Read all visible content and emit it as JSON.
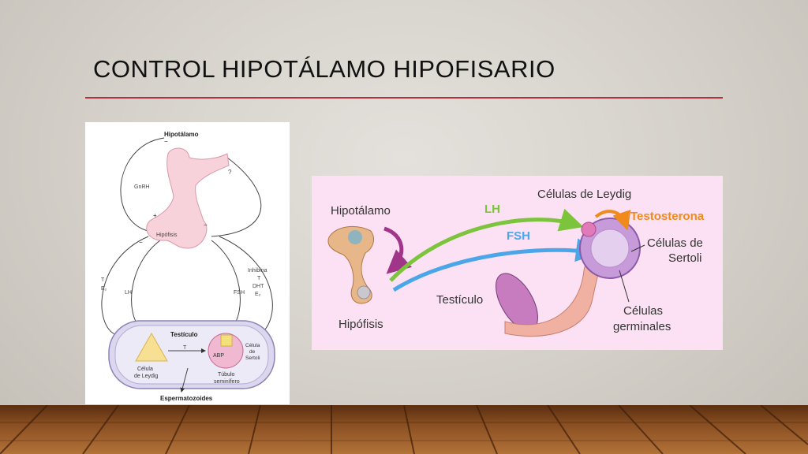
{
  "slide": {
    "title": "CONTROL HIPOTÁLAMO HIPOFISARIO"
  },
  "left_diagram": {
    "hipotalamo": "Hipotálamo",
    "gnrh": "GnRH",
    "hipofisis": "Hipófisis",
    "question_mark": "?",
    "minus": "−",
    "plus": "+",
    "left_feedback_t": "T",
    "left_feedback_e2": "E₂",
    "lh": "LH",
    "fsh": "FSH",
    "inhibina": "Inhibina",
    "t_label": "T",
    "dht": "DHT",
    "e2": "E₂",
    "testiculo": "Testículo",
    "t_arrow": "T",
    "abp": "ABP",
    "celula_de": "Célula",
    "de": "de",
    "sertoli": "Sertoli",
    "celula_leydig_1": "Célula",
    "celula_leydig_2": "de Leydig",
    "tubulo_1": "Túbulo",
    "tubulo_2": "seminífero",
    "espermatozoides": "Espermatozoides"
  },
  "right_diagram": {
    "hipotalamo": "Hipotálamo",
    "hipofisis": "Hipófisis",
    "lh": "LH",
    "fsh": "FSH",
    "celulas_leydig": "Células de Leydig",
    "testosterona": "Testosterona",
    "celulas_sertoli_1": "Células de",
    "celulas_sertoli_2": "Sertoli",
    "testiculo": "Testículo",
    "celulas_germinales_1": "Células",
    "celulas_germinales_2": "germinales"
  },
  "colors": {
    "title_rule": "#b5303a",
    "lh_arrow": "#7cc43c",
    "fsh_arrow": "#4aa6e8",
    "testosterona": "#f08a1c",
    "hypothalamus_arrow": "#a0358a",
    "right_panel_bg": "#fbe1f3"
  }
}
